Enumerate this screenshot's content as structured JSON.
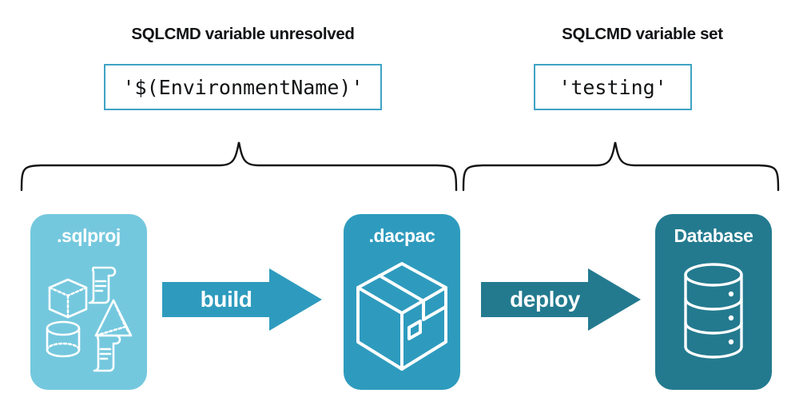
{
  "headings": {
    "left": "SQLCMD variable unresolved",
    "right": "SQLCMD variable set"
  },
  "code_boxes": {
    "left": "'$(EnvironmentName)'",
    "right": "'testing'"
  },
  "stages": [
    {
      "caption": ".sqlproj",
      "color": "#74C8DE",
      "icons": [
        "cube-icon",
        "scroll-icon",
        "pyramid-icon",
        "cylinder-icon",
        "scroll-icon"
      ]
    },
    {
      "caption": ".dacpac",
      "color": "#2E9BBE",
      "icons": [
        "package-box-icon"
      ]
    },
    {
      "caption": "Database",
      "color": "#237A8F",
      "icons": [
        "database-cylinder-icon"
      ]
    }
  ],
  "arrows": [
    {
      "label": "build",
      "color": "#2E9BBE"
    },
    {
      "label": "deploy",
      "color": "#237A8F"
    }
  ],
  "braces": {
    "left_label_ref": "SQLCMD variable unresolved",
    "right_label_ref": "SQLCMD variable set",
    "color": "#111315"
  },
  "palette": {
    "background": "#ffffff",
    "text": "#111315",
    "box_border": "#3FA3C4",
    "light_blue": "#74C8DE",
    "medium_blue": "#2E9BBE",
    "dark_teal": "#237A8F",
    "white": "#ffffff"
  }
}
